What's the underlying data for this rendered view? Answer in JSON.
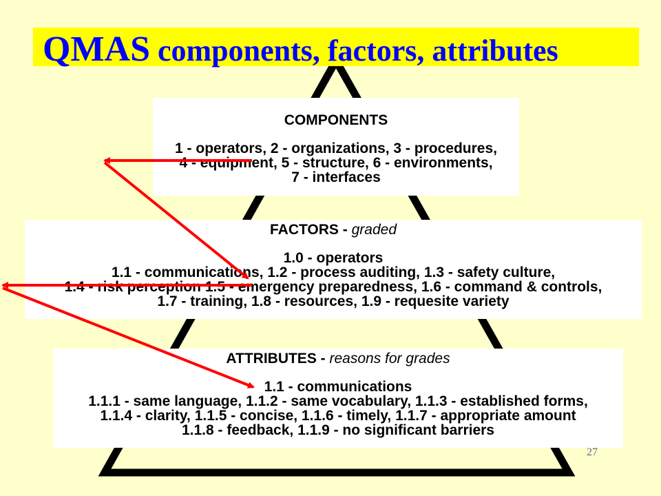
{
  "title": {
    "main": "QMAS",
    "rest": " components, factors, attributes"
  },
  "components": {
    "heading": "COMPONENTS",
    "lines": [
      "1 - operators, 2 - organizations, 3 - procedures,",
      "4 - equipment,  5 - structure, 6 - environments,",
      "7 - interfaces"
    ]
  },
  "factors": {
    "heading": "FACTORS - ",
    "heading_italic": "graded",
    "lines": [
      "1.0 - operators",
      "1.1 - communications, 1.2 - process auditing, 1.3 - safety culture,",
      "1.4 - risk perception 1.5 - emergency preparedness, 1.6 - command & controls,",
      "1.7 - training, 1.8 - resources, 1.9 - requesite variety"
    ]
  },
  "attributes": {
    "heading": "ATTRIBUTES - ",
    "heading_italic": "reasons for grades",
    "lines": [
      "1.1 - communications",
      "1.1.1 - same language, 1.1.2 - same vocabulary, 1.1.3 - established forms,",
      "1.1.4 - clarity, 1.1.5 - concise, 1.1.6 - timely, 1.1.7 - appropriate amount",
      "1.1.8 - feedback, 1.1.9 - no significant barriers"
    ]
  },
  "page_number": "27",
  "colors": {
    "background": "#ffffcc",
    "title_bar": "#ffff00",
    "title_text": "#0000ff",
    "arrow": "#ff0000",
    "pyramid": "#000000"
  }
}
